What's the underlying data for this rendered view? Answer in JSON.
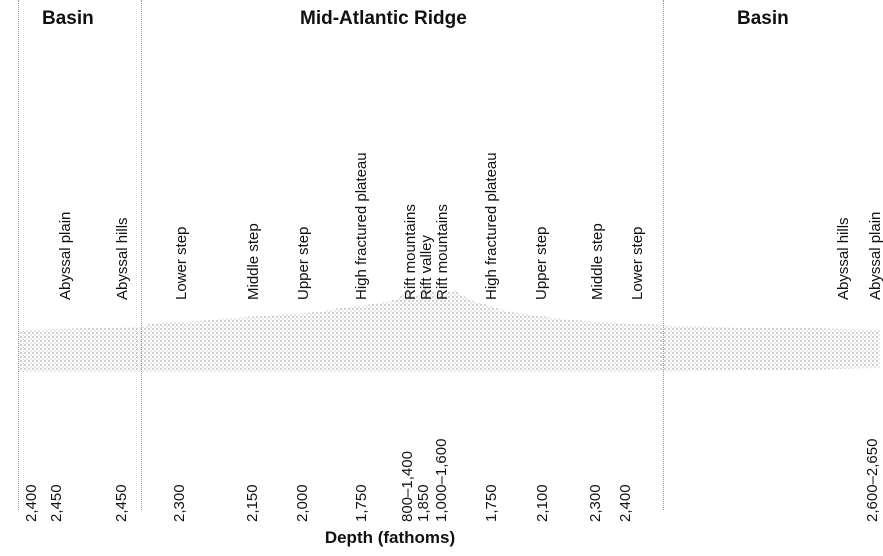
{
  "regions": {
    "left": "Basin",
    "center": "Mid-Atlantic Ridge",
    "right": "Basin"
  },
  "features": [
    "Abyssal plain",
    "Abyssal hills",
    "Lower step",
    "Middle step",
    "Upper step",
    "High fractured plateau",
    "Rift mountains",
    "Rift valley",
    "Rift mountains",
    "High fractured plateau",
    "Upper step",
    "Middle step",
    "Lower step",
    "Abyssal hills",
    "Abyssal plain"
  ],
  "depths": [
    "2,400",
    "2,450",
    "2,450",
    "2,300",
    "2,150",
    "2,000",
    "1,750",
    "800–1,400",
    "1,850",
    "1,000–1,600",
    "1,750",
    "2,100",
    "2,300",
    "2,400",
    "2,600–2,650"
  ],
  "axis_label": "Depth (fathoms)",
  "colors": {
    "relief": "#9a9a9a",
    "text": "#111111"
  }
}
